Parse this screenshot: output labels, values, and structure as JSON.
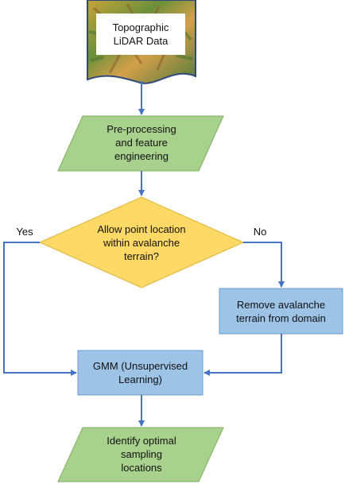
{
  "nodes": {
    "lidar": {
      "line1": "Topographic",
      "line2": "LiDAR Data"
    },
    "preprocess": {
      "line1": "Pre-processing",
      "line2": "and feature",
      "line3": "engineering"
    },
    "decision": {
      "line1": "Allow point location",
      "line2": "within avalanche",
      "line3": "terrain?"
    },
    "remove": {
      "line1": "Remove avalanche",
      "line2": "terrain from domain"
    },
    "gmm": {
      "line1": "GMM (Unsupervised",
      "line2": "Learning)"
    },
    "identify": {
      "line1": "Identify optimal",
      "line2": "sampling",
      "line3": "locations"
    }
  },
  "edges": {
    "yes_label": "Yes",
    "no_label": "No"
  },
  "colors": {
    "arrow": "#4472C4",
    "parallelogram_fill": "#A9D18E",
    "parallelogram_stroke": "#7FAF5E",
    "diamond_fill": "#FFD966",
    "diamond_stroke": "#E0B43A",
    "process_fill": "#9DC3E6",
    "process_stroke": "#6E9CCB"
  }
}
